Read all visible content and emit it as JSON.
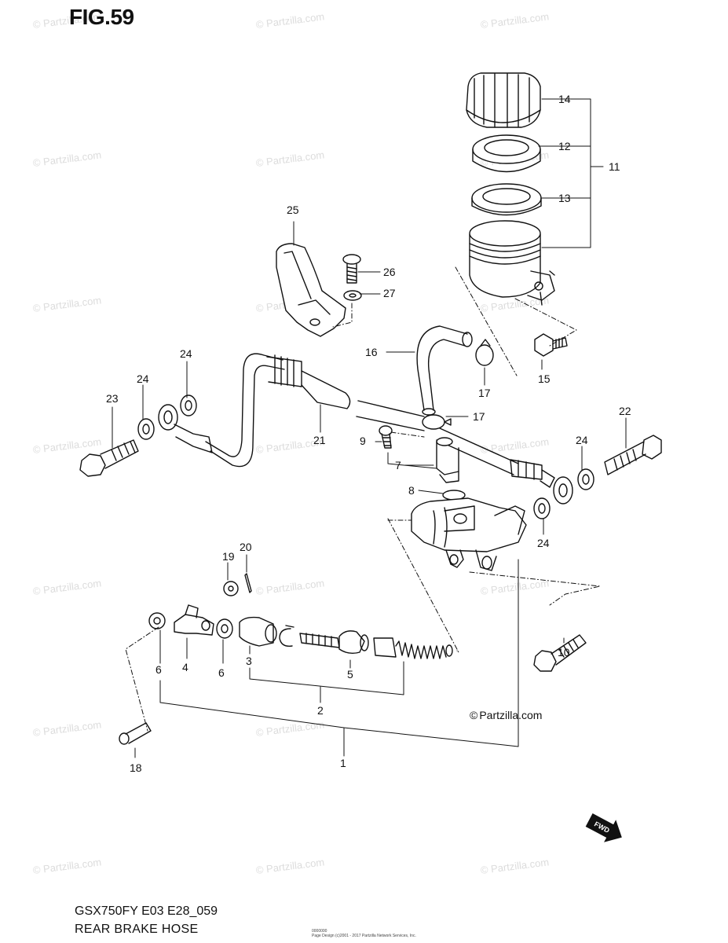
{
  "figure": {
    "title": "FIG.59"
  },
  "footer": {
    "model_code": "GSX750FY E03 E28_059",
    "page_title": "REAR BRAKE  HOSE"
  },
  "copyright": {
    "icon": "copyright-icon",
    "text": "Partzilla.com"
  },
  "watermark": {
    "text": "© Partzilla.com"
  },
  "fwd_badge": {
    "text": "FWD",
    "icon": "forward-arrow-icon"
  },
  "fine_print": {
    "line1": "0000000",
    "line2": "Page Design (c)2001 - 2017 Partzilla Network Services, Inc."
  },
  "callouts": {
    "c1": "1",
    "c2": "2",
    "c3": "3",
    "c4": "4",
    "c5": "5",
    "c6a": "6",
    "c6b": "6",
    "c7": "7",
    "c8": "8",
    "c9": "9",
    "c10": "10",
    "c11": "11",
    "c12": "12",
    "c13": "13",
    "c14": "14",
    "c15": "15",
    "c16": "16",
    "c17a": "17",
    "c17b": "17",
    "c18": "18",
    "c19": "19",
    "c20": "20",
    "c21": "21",
    "c22": "22",
    "c23": "23",
    "c24a": "24",
    "c24b": "24",
    "c24c": "24",
    "c24d": "24",
    "c25": "25",
    "c26": "26",
    "c27": "27"
  }
}
